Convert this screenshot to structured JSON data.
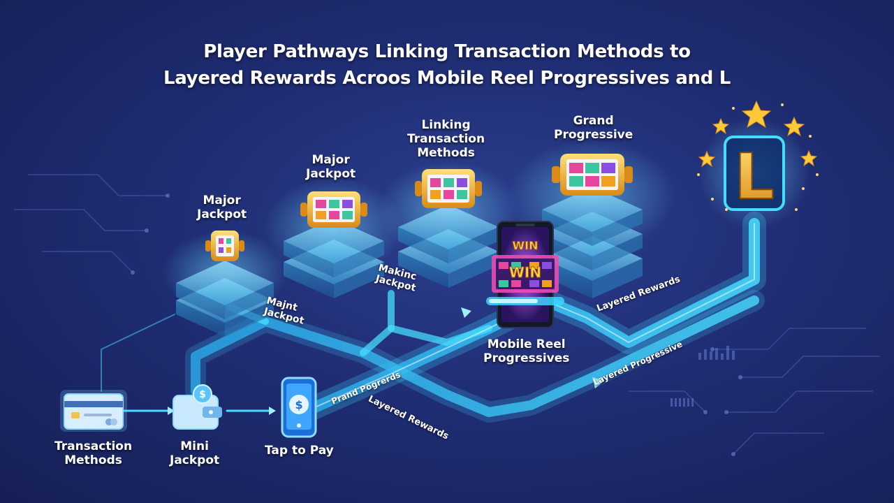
{
  "title": {
    "line1": "Player Pathways Linking Transaction Methods to",
    "line2": "Layered Rewards Acroos Mobile Reel Progressives and L"
  },
  "nodes": {
    "transaction_methods": "Transaction\nMethods",
    "mini_jackpot": "Mini\nJackpot",
    "tap_to_pay": "Tap to Pay",
    "major_jackpot_1": "Major\nJackpot",
    "major_jackpot_2": "Major\nJackpot",
    "linking_transaction_methods": "Linking\nTransaction\nMethods",
    "grand_progressive": "Grand\nProgressive",
    "mobile_reel_progressives": "Mobile Reel\nProgressives",
    "l_badge": "L"
  },
  "path_labels": {
    "majnt_jackpot": "Majnt\nJackpot",
    "makinc_jackpot": "Makinc\nJackpot",
    "layered_rewards_right": "Layered Rewards",
    "prand_pogrerds": "Prand Pogrerds",
    "layered_rewards_bottom": "Layered Rewards",
    "layered_progressive": "Layered Progressive"
  },
  "phone_screen": {
    "win_top": "WIN",
    "win_main": "WIN"
  },
  "wallet_symbol": "$",
  "tap_symbol": "$",
  "colors": {
    "background": "#1f2d74",
    "path": "#3fd4ff",
    "platform": "#4fb8e8",
    "gold": "#f7b531",
    "accent_purple": "#8a2fc8"
  }
}
